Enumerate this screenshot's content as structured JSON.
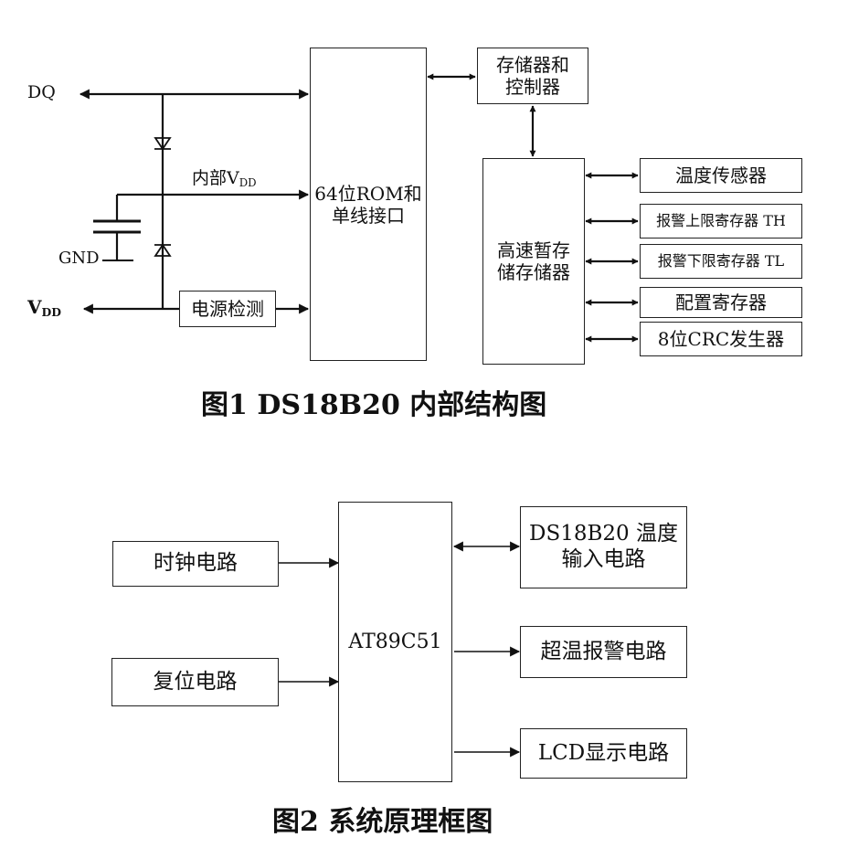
{
  "fig1": {
    "dq": "DQ",
    "inner_vdd": "内部V",
    "inner_vdd_sub": "DD",
    "gnd": "GND",
    "vdd": "V",
    "vdd_sub": "DD",
    "power_detect": "电源检测",
    "rom_interface": "64位ROM和\n单线接口",
    "memory_controller": "存储器和\n控制器",
    "scratchpad": "高速暂存\n储存储器",
    "temp_sensor": "温度传感器",
    "alarm_high": "报警上限寄存器 TH",
    "alarm_low": "报警下限寄存器 TL",
    "config_register": "配置寄存器",
    "crc_generator": "8位CRC发生器",
    "caption": "图1  DS18B20 内部结构图"
  },
  "fig2": {
    "clock_circuit": "时钟电路",
    "reset_circuit": "复位电路",
    "mcu": "AT89C51",
    "temp_input": "DS18B20 温度\n输入电路",
    "overtemp_alarm": "超温报警电路",
    "lcd_display": "LCD显示电路",
    "caption": "图2  系统原理框图"
  }
}
